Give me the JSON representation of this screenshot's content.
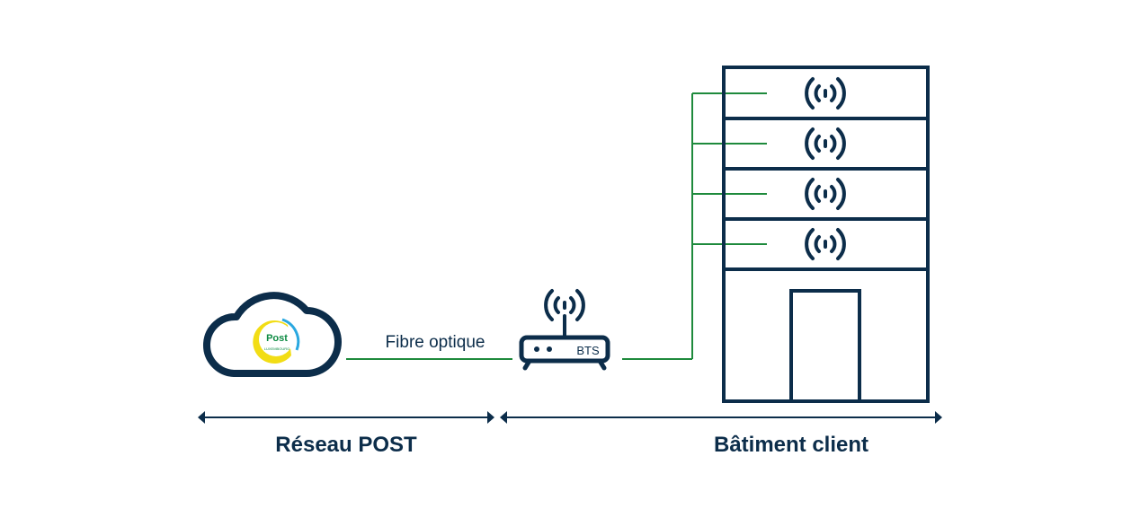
{
  "diagram": {
    "connection_label": "Fibre optique",
    "device_label": "BTS",
    "zones": {
      "left": "Réseau POST",
      "right": "Bâtiment client"
    },
    "logo": {
      "name": "Post",
      "subtitle": "LUXEMBOURG"
    }
  },
  "colors": {
    "navy": "#0c2d4a",
    "green": "#1e8a3c",
    "logo_yellow": "#f2dd15",
    "logo_blue": "#2aa8e0"
  },
  "icons": {
    "cloud": "cloud-icon",
    "router": "router-icon",
    "wifi": "wifi-signal-icon",
    "building": "building-icon"
  }
}
